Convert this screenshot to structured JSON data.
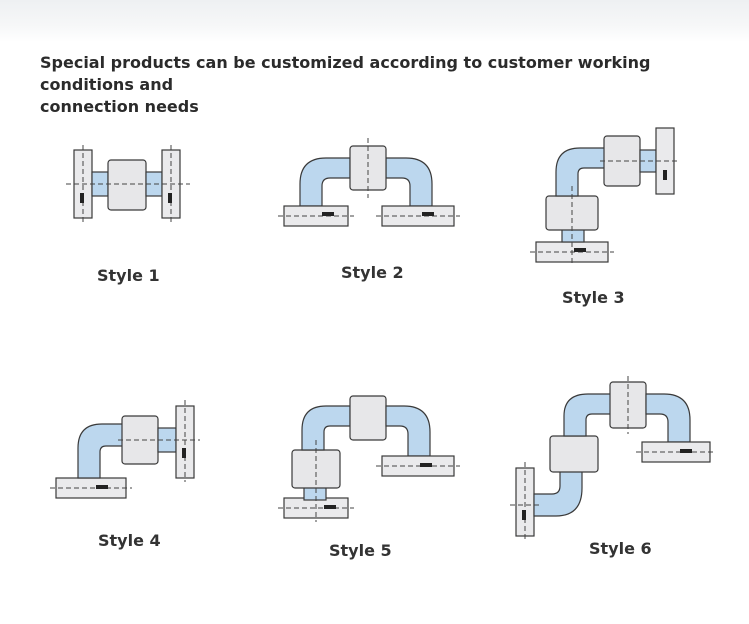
{
  "heading": {
    "line1": "Special products can be customized according to customer working conditions and",
    "line2": "connection needs"
  },
  "styles": [
    {
      "label": "Style 1"
    },
    {
      "label": "Style 2"
    },
    {
      "label": "Style 3"
    },
    {
      "label": "Style 4"
    },
    {
      "label": "Style 5"
    },
    {
      "label": "Style 6"
    }
  ],
  "colors": {
    "pipe": "#bcd7ee",
    "body": "#e7e7e9",
    "outline": "#3a3a3a",
    "heading_text": "#2b2b2b"
  }
}
